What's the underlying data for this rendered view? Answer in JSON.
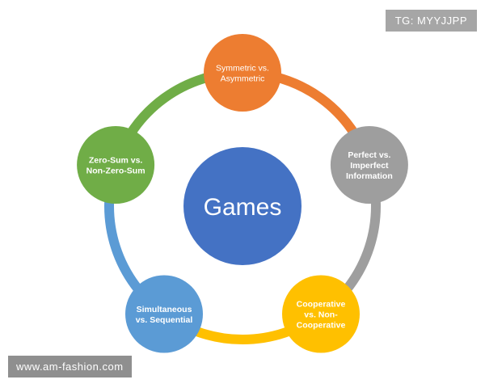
{
  "center": {
    "label": "Games",
    "color": "#4472c4"
  },
  "nodes": [
    {
      "id": "symmetric",
      "lines": [
        "Symmetric vs.",
        "Asymmetric"
      ],
      "color": "#ed7d31",
      "bold": false
    },
    {
      "id": "perfect",
      "lines": [
        "Perfect vs.",
        "Imperfect",
        "Information"
      ],
      "color": "#9e9e9e",
      "bold": true
    },
    {
      "id": "cooperative",
      "lines": [
        "Cooperative",
        "vs. Non-",
        "Cooperative"
      ],
      "color": "#ffc000",
      "bold": true
    },
    {
      "id": "simultaneous",
      "lines": [
        "Simultaneous",
        "vs. Sequential"
      ],
      "color": "#5b9bd5",
      "bold": true
    },
    {
      "id": "zerosum",
      "lines": [
        "Zero-Sum vs.",
        "Non-Zero-Sum"
      ],
      "color": "#70ad47",
      "bold": true
    }
  ],
  "watermarks": {
    "top_right": "TG: MYYJJPP",
    "bottom_left": "www.am-fashion.com"
  }
}
